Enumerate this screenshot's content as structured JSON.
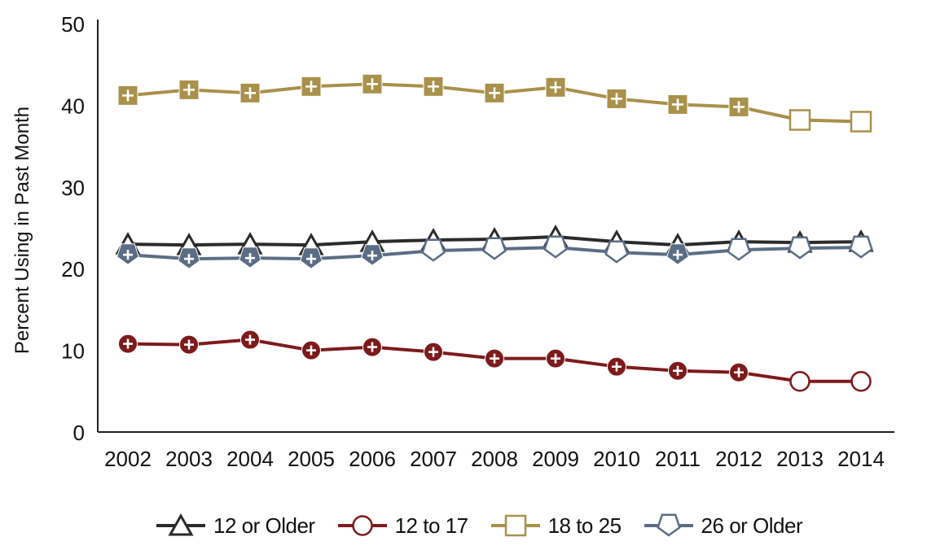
{
  "chart_data": {
    "type": "line",
    "title": "",
    "xlabel": "",
    "ylabel": "Percent Using in Past Month",
    "ylim": [
      0,
      50
    ],
    "yticks": [
      0,
      10,
      20,
      30,
      40,
      50
    ],
    "grid": false,
    "legend_position": "bottom",
    "categories": [
      "2002",
      "2003",
      "2004",
      "2005",
      "2006",
      "2007",
      "2008",
      "2009",
      "2010",
      "2011",
      "2012",
      "2013",
      "2014"
    ],
    "series": [
      {
        "name": "12 or Older",
        "color": "#2b2b2b",
        "marker": "triangle",
        "values": [
          23.0,
          22.9,
          23.0,
          22.9,
          23.3,
          23.5,
          23.6,
          23.9,
          23.3,
          22.9,
          23.3,
          23.2,
          23.3
        ],
        "significant_diff_flags": [
          true,
          true,
          true,
          true,
          true,
          false,
          false,
          false,
          false,
          true,
          false,
          false,
          false
        ]
      },
      {
        "name": "12 to 17",
        "color": "#7d1a1c",
        "marker": "circle",
        "values": [
          10.8,
          10.7,
          11.3,
          10.0,
          10.4,
          9.8,
          9.0,
          9.0,
          8.0,
          7.5,
          7.3,
          6.2,
          6.2
        ],
        "significant_diff_flags": [
          true,
          true,
          true,
          true,
          true,
          true,
          true,
          true,
          true,
          true,
          true,
          false,
          false
        ]
      },
      {
        "name": "18 to 25",
        "color": "#a9914b",
        "marker": "square",
        "values": [
          41.2,
          41.9,
          41.5,
          42.3,
          42.6,
          42.3,
          41.5,
          42.2,
          40.8,
          40.1,
          39.8,
          38.2,
          38.0
        ],
        "significant_diff_flags": [
          true,
          true,
          true,
          true,
          true,
          true,
          true,
          true,
          true,
          true,
          true,
          false,
          false
        ]
      },
      {
        "name": "26 or Older",
        "color": "#5b6d85",
        "marker": "pentagon",
        "values": [
          21.7,
          21.2,
          21.3,
          21.2,
          21.6,
          22.2,
          22.4,
          22.6,
          22.0,
          21.7,
          22.3,
          22.5,
          22.6
        ],
        "significant_diff_flags": [
          true,
          true,
          true,
          true,
          true,
          false,
          false,
          false,
          false,
          true,
          false,
          false,
          false
        ]
      }
    ]
  },
  "legend": {
    "items": [
      {
        "label": "12 or Older"
      },
      {
        "label": "12 to 17"
      },
      {
        "label": "18 to 25"
      },
      {
        "label": "26 or Older"
      }
    ]
  }
}
